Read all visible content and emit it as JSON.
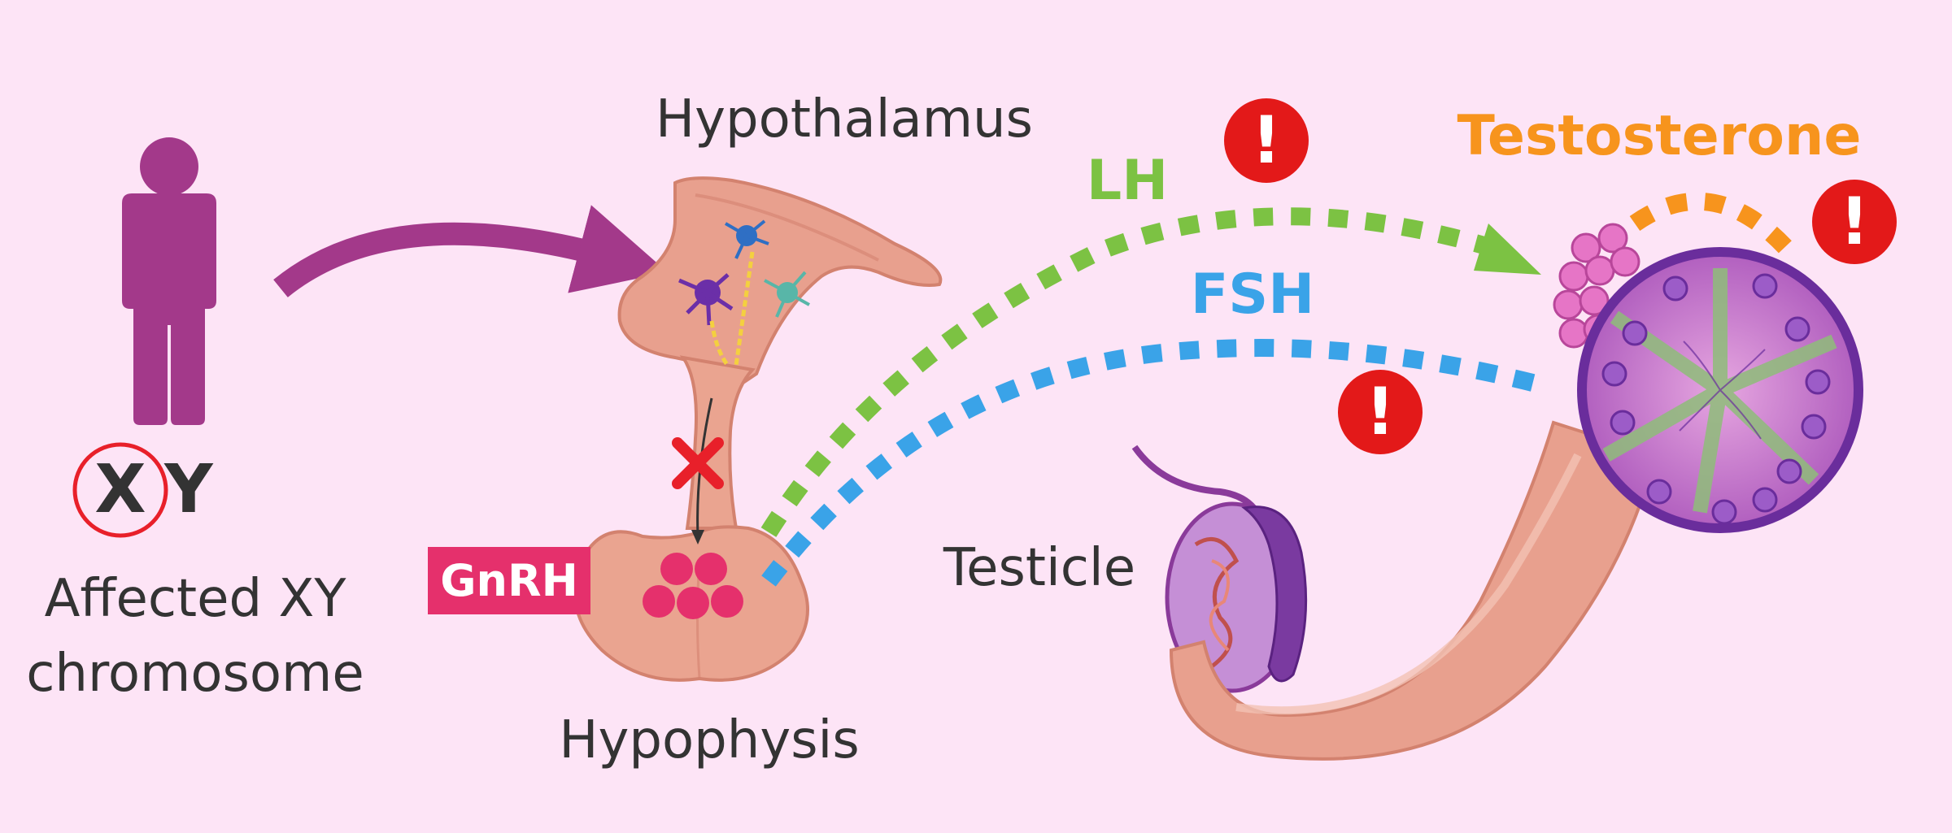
{
  "labels": {
    "chromosome_x": "X",
    "chromosome_y": "Y",
    "caption_line1": "Affected XY",
    "caption_line2": "chromosome",
    "hypothalamus": "Hypothalamus",
    "hypophysis": "Hypophysis",
    "gnrh": "GnRH",
    "testicle": "Testicle",
    "lh": "LH",
    "fsh": "FSH",
    "testosterone": "Testosterone",
    "alert": "!"
  },
  "colors": {
    "background": "#fde4f6",
    "person": "#a3398a",
    "lh": "#7cc243",
    "fsh": "#3aa3e8",
    "testosterone": "#f7941d",
    "alert": "#e31919",
    "gnrh_box": "#e5306c",
    "block_cross": "#e8202a"
  }
}
